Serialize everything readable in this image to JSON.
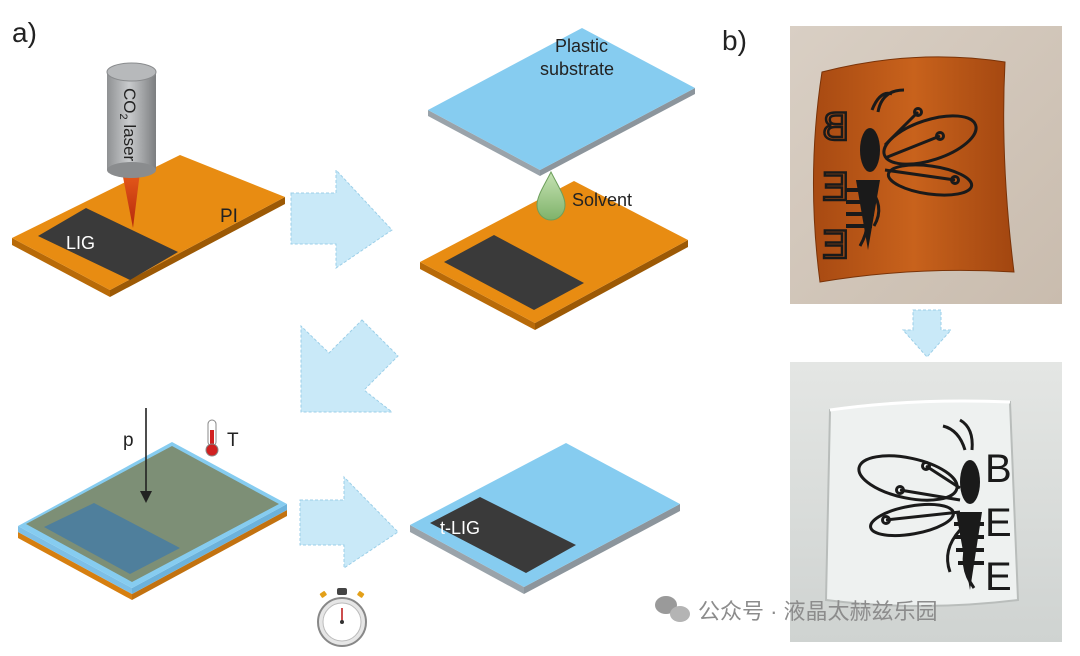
{
  "panel_a": {
    "label": "a)",
    "laser_label": "CO",
    "laser_sub": "2",
    "laser_word": " laser",
    "pi_label": "PI",
    "lig_label": "LIG",
    "plastic_line1": "Plastic",
    "plastic_line2": "substrate",
    "solvent_label": "Solvent",
    "pressure_label": "p",
    "temperature_label": "T",
    "tlig_label": "t-LIG"
  },
  "panel_b": {
    "label": "b)",
    "letters": [
      "B",
      "E",
      "E"
    ]
  },
  "watermark": {
    "text": "公众号 · 液晶太赫兹乐园"
  },
  "colors": {
    "pi_orange": "#E88C12",
    "pi_edge": "#B86A08",
    "lig_dark": "#3A3A3A",
    "plastic_blue": "#86CCF0",
    "plastic_edge": "#9AA3AA",
    "arrow_fill": "#C9E9F8",
    "solvent_green": "#9CC98A"
  }
}
